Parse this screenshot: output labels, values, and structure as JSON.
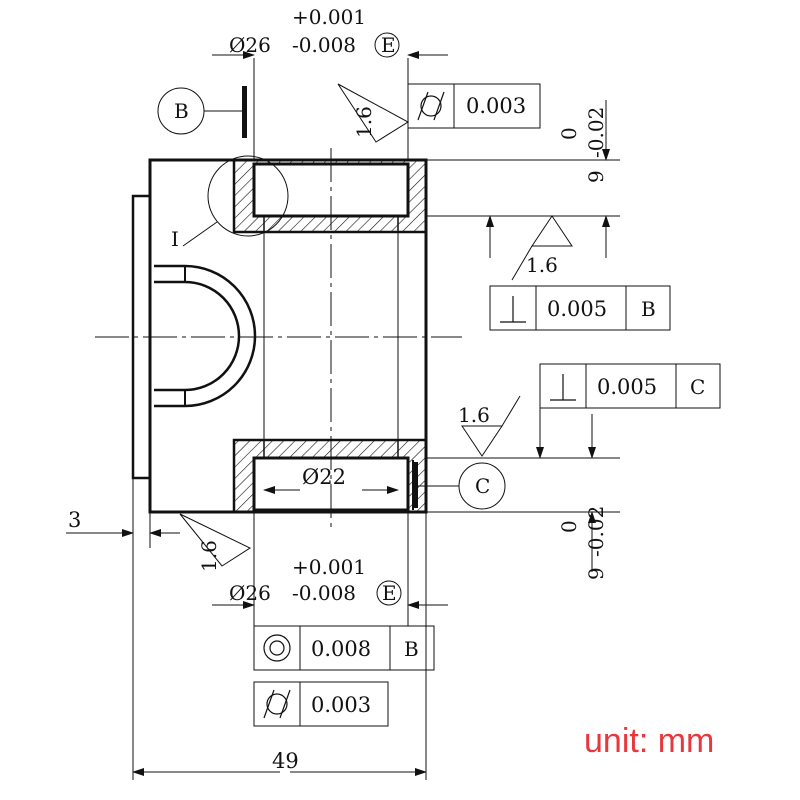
{
  "top_dimension": {
    "upper_tol": "+0.001",
    "nominal": "Ø26",
    "lower_tol": "-0.008",
    "envelope": "E"
  },
  "bottom_dimension": {
    "upper_tol": "+0.001",
    "nominal": "Ø26",
    "lower_tol": "-0.008",
    "envelope": "E"
  },
  "bore_dimension": "Ø22",
  "datums": {
    "b": "B",
    "c": "C"
  },
  "roughness": {
    "top": "1.6",
    "right_upper": "1.6",
    "right_lower": "1.6",
    "left_lower": "1.6"
  },
  "frames": {
    "cylindricity_top": {
      "symbol": "cylindricity-icon",
      "tolerance": "0.003"
    },
    "perpendicularity_b": {
      "symbol": "perpendicularity-icon",
      "tolerance": "0.005",
      "datum": "B"
    },
    "perpendicularity_c": {
      "symbol": "perpendicularity-icon",
      "tolerance": "0.005",
      "datum": "C"
    },
    "concentricity_b": {
      "symbol": "concentricity-icon",
      "tolerance": "0.008",
      "datum": "B"
    },
    "cylindricity_bottom": {
      "symbol": "cylindricity-icon",
      "tolerance": "0.003"
    }
  },
  "width_upper": {
    "nominal": "9",
    "tol": "-0.02",
    "zero": "0"
  },
  "width_lower": {
    "nominal": "9",
    "tol": "-0.02",
    "zero": "0"
  },
  "step_dimension": "3",
  "overall_dimension": "49",
  "unit_note": "unit: mm",
  "detail_marker": "I"
}
